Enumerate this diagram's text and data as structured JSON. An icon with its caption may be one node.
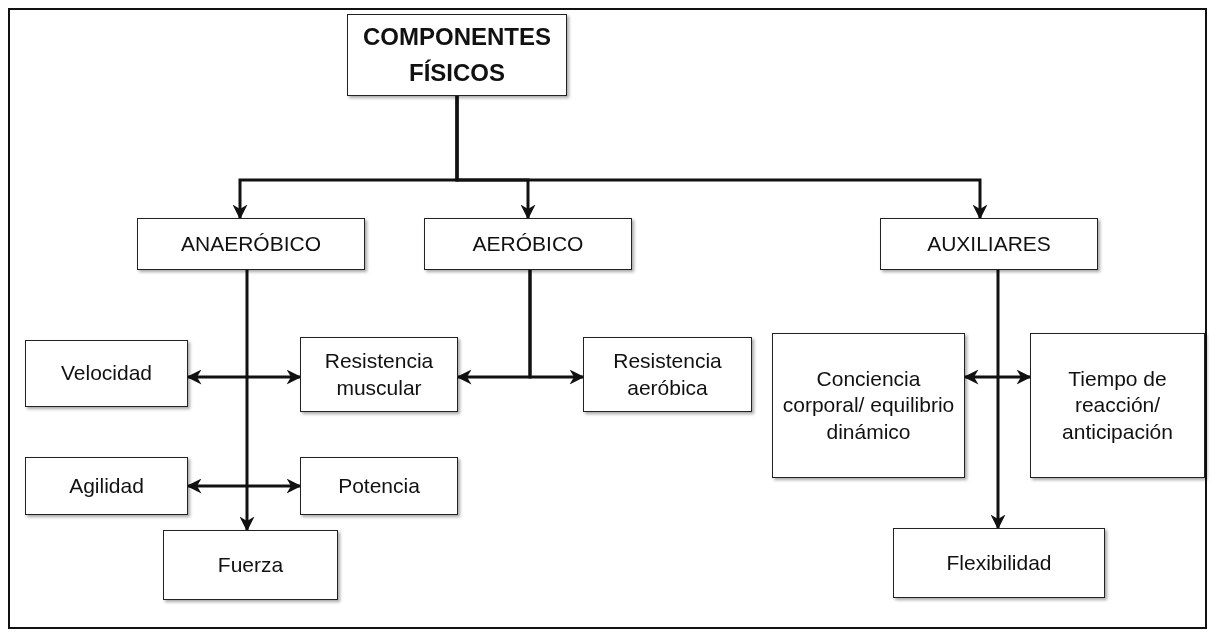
{
  "diagram": {
    "nodes": [
      {
        "text": [
          "COMPONENTES FÍSICOS"
        ]
      },
      {
        "text": [
          "ANAERÓBICO"
        ]
      },
      {
        "text": [
          "AERÓBICO"
        ]
      },
      {
        "text": [
          "AUXILIARES"
        ]
      },
      {
        "text": [
          "Velocidad"
        ]
      },
      {
        "text": [
          "Resistencia muscular"
        ]
      },
      {
        "text": [
          "Resistencia aeróbica"
        ]
      },
      {
        "text": [
          "Conciencia corporal/ equilibrio dinámico"
        ]
      },
      {
        "text": [
          "Tiempo de reacción/ anticipación"
        ]
      },
      {
        "text": [
          "Agilidad"
        ]
      },
      {
        "text": [
          "Potencia"
        ]
      },
      {
        "text": [
          "Fuerza"
        ]
      },
      {
        "text": [
          "Flexibilidad"
        ]
      }
    ],
    "edges": [
      {
        "from": 0,
        "to": 1,
        "arrow": "to"
      },
      {
        "from": 0,
        "to": 2,
        "arrow": "to"
      },
      {
        "from": 0,
        "to": 3,
        "arrow": "to"
      },
      {
        "from": 1,
        "to": 11,
        "arrow": "to"
      },
      {
        "from": 4,
        "to": 5,
        "arrow": "both"
      },
      {
        "from": 2,
        "to": 5,
        "arrow": "to"
      },
      {
        "from": 2,
        "to": 6,
        "arrow": "to"
      },
      {
        "from": 7,
        "to": 8,
        "arrow": "both"
      },
      {
        "from": 9,
        "to": 10,
        "arrow": "both"
      },
      {
        "from": 3,
        "to": 12,
        "arrow": "to"
      }
    ]
  }
}
